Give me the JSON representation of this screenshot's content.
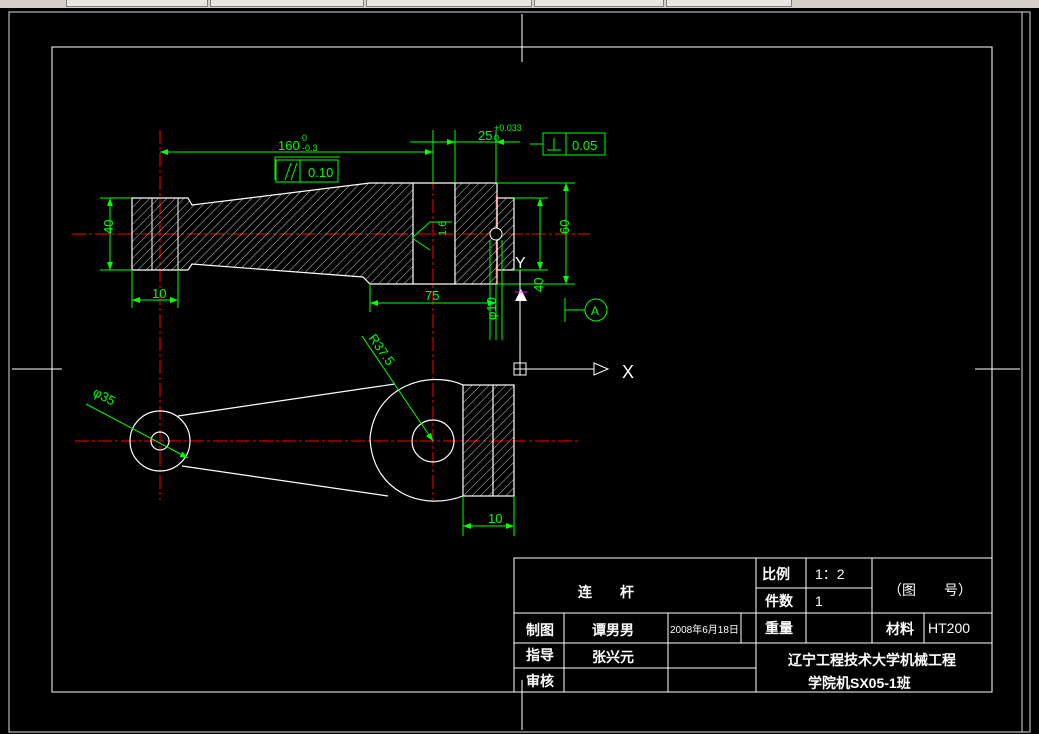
{
  "window": {
    "toolbar_tabs": [
      "",
      "",
      "",
      "",
      ""
    ]
  },
  "drawing": {
    "dims": {
      "d160": "160",
      "d160_tol_upper": "0",
      "d160_tol_lower": "-0.3",
      "d25": "25",
      "d25_tol_upper": "+0.033",
      "d25_tol_lower": "0",
      "parallel_tol": "0.10",
      "perp_tol": "0.05",
      "d40": "40",
      "d60": "60",
      "d10a": "10",
      "d75": "75",
      "d40b": "40",
      "phi10": "φ10",
      "r37": "R37.5",
      "phi35": "φ35",
      "d10b": "10",
      "rough": "1.6",
      "datum": "A"
    },
    "axis": {
      "x": "X",
      "y": "Y"
    }
  },
  "title_block": {
    "part_name": "连　　杆",
    "scale_label": "比例",
    "scale_value": "1：2",
    "qty_label": "件数",
    "qty_value": "1",
    "drawing_no": "（图　　号）",
    "drawn_label": "制图",
    "drawn_by": "谭男男",
    "drawn_date": "2008年6月18日",
    "weight_label": "重量",
    "material_label": "材料",
    "material_value": "HT200",
    "guide_label": "指导",
    "guide_name": "张兴元",
    "review_label": "审核",
    "school_line1": "辽宁工程技术大学机械工程",
    "school_line2": "学院机SX05-1班"
  }
}
